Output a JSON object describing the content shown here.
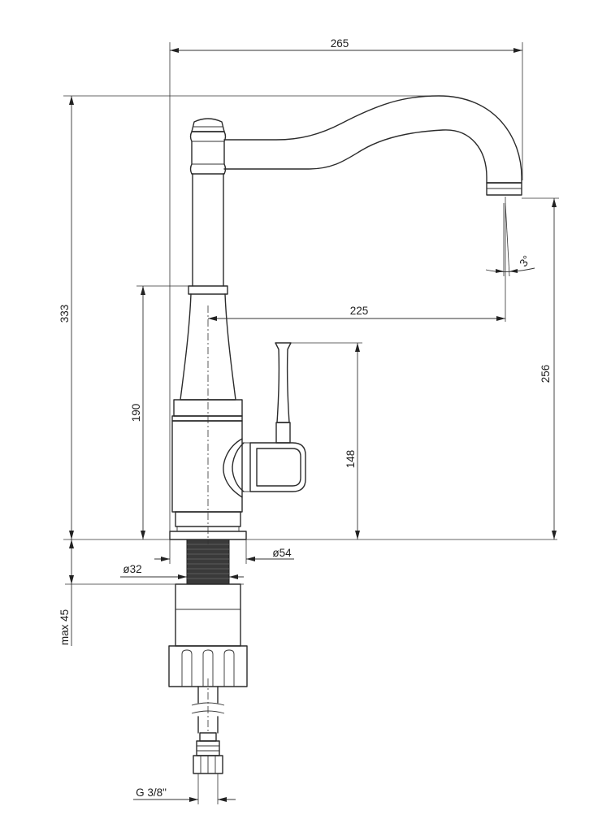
{
  "dimensions": {
    "overall_reach": "265",
    "overall_height": "333",
    "spout_reach": "225",
    "spout_height": "256",
    "body_height": "190",
    "handle_height": "148",
    "base_diameter": "ø54",
    "shank_diameter": "ø32",
    "max_deck_thickness": "max 45",
    "connection_thread": "G 3/8\"",
    "spout_angle": "3°"
  }
}
